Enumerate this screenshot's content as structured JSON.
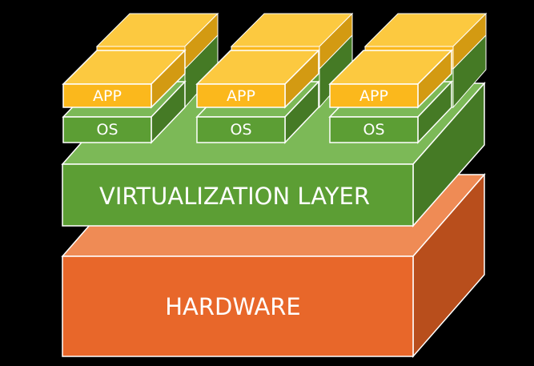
{
  "diagram": {
    "hardware_label": "HARDWARE",
    "virtualization_label": "VIRTUALIZATION LAYER",
    "os_label": "OS",
    "app_label": "APP",
    "stack_count": 3,
    "colors": {
      "background": "#000000",
      "hardware_front": "#e8672a",
      "hardware_top": "#ef8b55",
      "hardware_side": "#b84e1c",
      "layer_front": "#5c9e34",
      "layer_top": "#7cb957",
      "layer_side": "#457a25",
      "app_front": "#fbb81c",
      "app_top": "#fcc940",
      "app_side": "#d39a12",
      "edge": "#ffffff",
      "text": "#ffffff"
    }
  }
}
